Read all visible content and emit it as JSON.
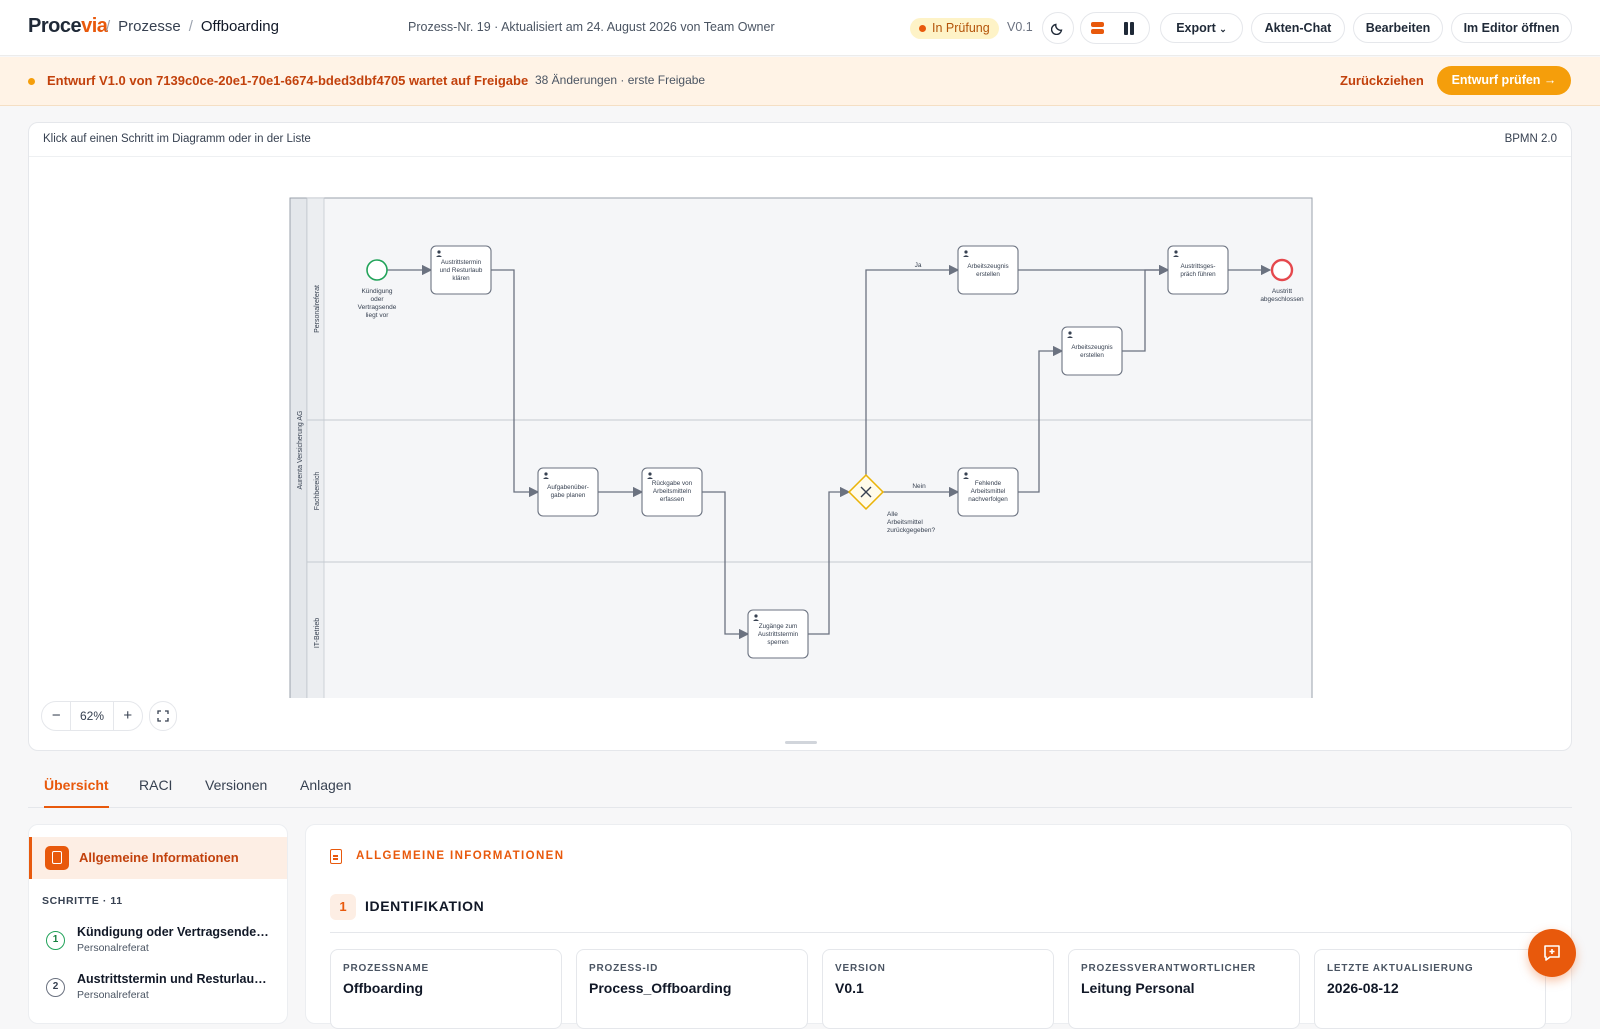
{
  "header": {
    "logo_a": "Proce",
    "logo_b": "via",
    "breadcrumb_root": "Prozesse",
    "breadcrumb_sep": "/",
    "breadcrumb_current": "Offboarding",
    "meta": "Prozess-Nr. 19 · Aktualisiert am 24. August 2026 von Team Owner",
    "status": "In Prüfung",
    "version": "V0.1",
    "export_label": "Export",
    "chat_label": "Akten-Chat",
    "edit_label": "Bearbeiten",
    "editor_label": "Im Editor öffnen"
  },
  "banner": {
    "message": "Entwurf V1.0 von 7139c0ce-20e1-70e1-6674-bded3dbf4705 wartet auf Freigabe",
    "details": "38 Änderungen · erste Freigabe",
    "withdraw_label": "Zurückziehen",
    "review_label": "Entwurf prüfen →"
  },
  "diagram": {
    "hint": "Klick auf einen Schritt im Diagramm oder in der Liste",
    "standard": "BPMN 2.0",
    "zoom": "62%",
    "zoom_out": "−",
    "zoom_in": "+",
    "pool": "Aurenta Versicherung AG",
    "lanes": [
      "Personalreferat",
      "Fachbereich",
      "IT-Betrieb"
    ],
    "start_event": [
      "Kündigung",
      "oder",
      "Vertragsende",
      "liegt vor"
    ],
    "end_event": [
      "Austritt",
      "abgeschlossen"
    ],
    "gateway": [
      "Alle",
      "Arbeitsmittel",
      "zurückgegeben?"
    ],
    "flow_yes": "Ja",
    "flow_no": "Nein",
    "tasks": {
      "t1": [
        "Austrittstermin",
        "und Resturlaub",
        "klären"
      ],
      "t2": [
        "Aufgabenüber-",
        "gabe planen"
      ],
      "t3": [
        "Rückgabe von",
        "Arbeitsmitteln",
        "erfassen"
      ],
      "t4": [
        "Zugänge zum",
        "Austrittstermin",
        "sperren"
      ],
      "t5": [
        "Arbeitszeugnis",
        "erstellen"
      ],
      "t6": [
        "Fehlende",
        "Arbeitsmittel",
        "nachverfolgen"
      ],
      "t7": [
        "Arbeitszeugnis",
        "erstellen"
      ],
      "t8": [
        "Austrittsges-",
        "präch führen"
      ]
    }
  },
  "tabs": [
    "Übersicht",
    "RACI",
    "Versionen",
    "Anlagen"
  ],
  "sidebar": {
    "active_label": "Allgemeine Informationen",
    "steps_title": "SCHRITTE · 11",
    "steps": [
      {
        "num": "1",
        "title": "Kündigung oder Vertragsende liegt vor",
        "lane": "Personalreferat"
      },
      {
        "num": "2",
        "title": "Austrittstermin und Resturlaub klären",
        "lane": "Personalreferat"
      }
    ]
  },
  "details": {
    "section_label": "ALLGEMEINE INFORMATIONEN",
    "group_num": "1",
    "group_title": "IDENTIFIKATION",
    "fields": [
      {
        "key": "PROZESSNAME",
        "value": "Offboarding"
      },
      {
        "key": "PROZESS-ID",
        "value": "Process_Offboarding"
      },
      {
        "key": "VERSION",
        "value": "V0.1"
      },
      {
        "key": "PROZESSVERANTWORTLICHER",
        "value": "Leitung Personal"
      },
      {
        "key": "LETZTE AKTUALISIERUNG",
        "value": "2026-08-12"
      }
    ]
  },
  "colors": {
    "accent": "#e8590c",
    "warning": "#f59e0b",
    "start_event": "#22a35a",
    "end_event": "#e5484d"
  }
}
